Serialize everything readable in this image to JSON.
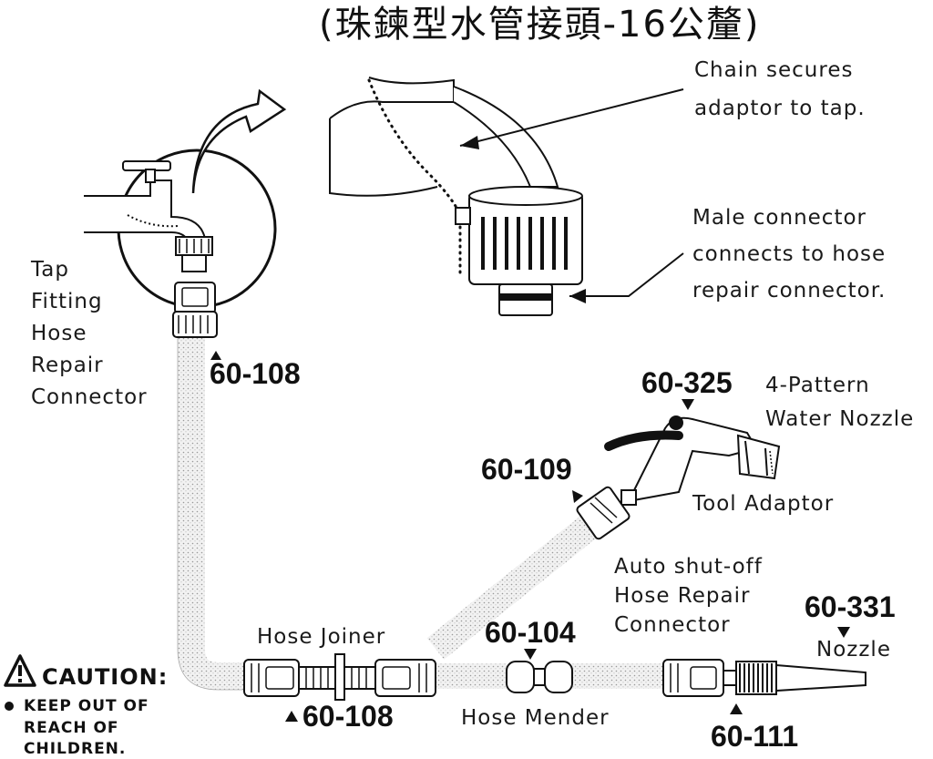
{
  "title": "(珠鍊型水管接頭-16公釐)",
  "callouts": {
    "chain": [
      "Chain secures",
      "adaptor to tap."
    ],
    "male": [
      "Male connector",
      "connects to hose",
      "repair connector."
    ],
    "tap": [
      "Tap",
      "Fitting",
      "Hose",
      "Repair",
      "Connector"
    ],
    "four_pattern": [
      "4-Pattern",
      "Water Nozzle"
    ],
    "tool_adaptor": "Tool Adaptor",
    "auto_shutoff": [
      "Auto  shut-off",
      "Hose Repair",
      "Connector"
    ],
    "nozzle": "Nozzle",
    "hose_joiner": "Hose Joiner",
    "hose_mender": "Hose Mender"
  },
  "part_codes": {
    "tap_connector": "60-108",
    "spray_nozzle": "60-325",
    "tool_adaptor": "60-109",
    "nozzle": "60-331",
    "hose_mender": "60-104",
    "hose_joiner": "60-108",
    "auto_shutoff": "60-111"
  },
  "caution": {
    "heading": "CAUTION:",
    "lines": [
      "KEEP OUT OF",
      "REACH OF",
      "CHILDREN."
    ]
  }
}
